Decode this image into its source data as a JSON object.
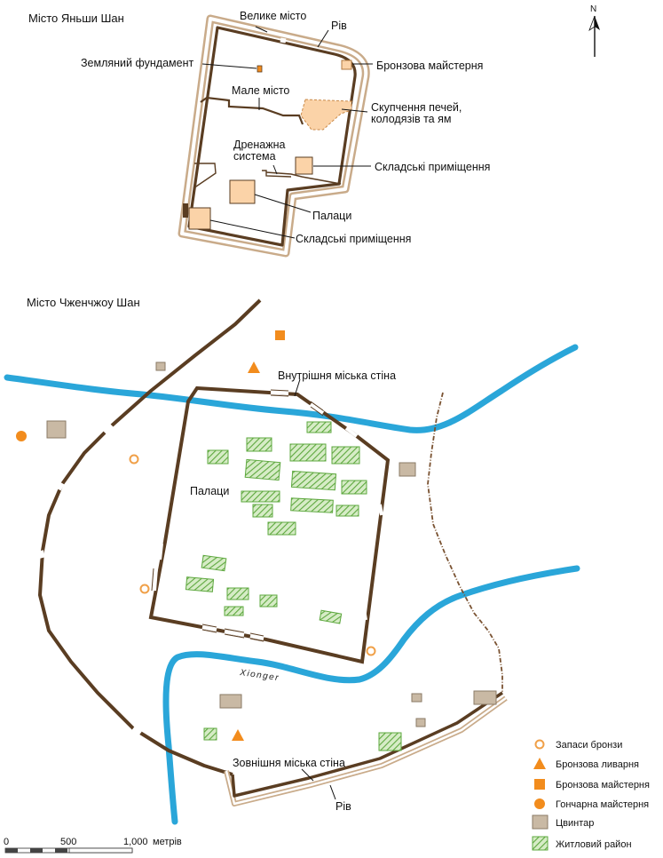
{
  "map1": {
    "title": "Місто Яньши Шан",
    "labels": {
      "big_city": "Велике місто",
      "moat": "Рів",
      "earth_foundation": "Земляний фундамент",
      "bronze_workshop": "Бронзова майстерня",
      "small_city": "Мале місто",
      "kilns_line1": "Скупчення печей,",
      "kilns_line2": "колодязів та ям",
      "drainage_line1": "Дренажна",
      "drainage_line2": "система",
      "storage_right": "Складські приміщення",
      "palaces": "Палаци",
      "storage_bottom": "Складські приміщення"
    }
  },
  "compass": {
    "label": "N"
  },
  "map2": {
    "title": "Місто Чженчжоу Шан",
    "labels": {
      "inner_wall": "Внутрішня міська стіна",
      "palaces": "Палаци",
      "river": "Xionger",
      "outer_wall": "Зовнішня міська стіна",
      "moat": "Рів"
    }
  },
  "legend": {
    "items": [
      {
        "key": "bronze_hoard",
        "label": "Запаси бронзи"
      },
      {
        "key": "bronze_foundry",
        "label": "Бронзова ливарня"
      },
      {
        "key": "bronze_workshop",
        "label": "Бронзова майстерня"
      },
      {
        "key": "pottery_workshop",
        "label": "Гончарна майстерня"
      },
      {
        "key": "cemetery",
        "label": "Цвинтар"
      },
      {
        "key": "residential",
        "label": "Житловий район"
      }
    ]
  },
  "scale": {
    "t0": "0",
    "t500": "500",
    "t1000": "1,000",
    "unit": "метрів"
  },
  "colors": {
    "wall": "#5a3d22",
    "moat": "#c9ab8a",
    "river": "#2aa6d9",
    "building": "#fbd3a8",
    "orange": "#f28c1d",
    "cemetery": "#c9b9a4",
    "residential": "#6cae4b"
  }
}
